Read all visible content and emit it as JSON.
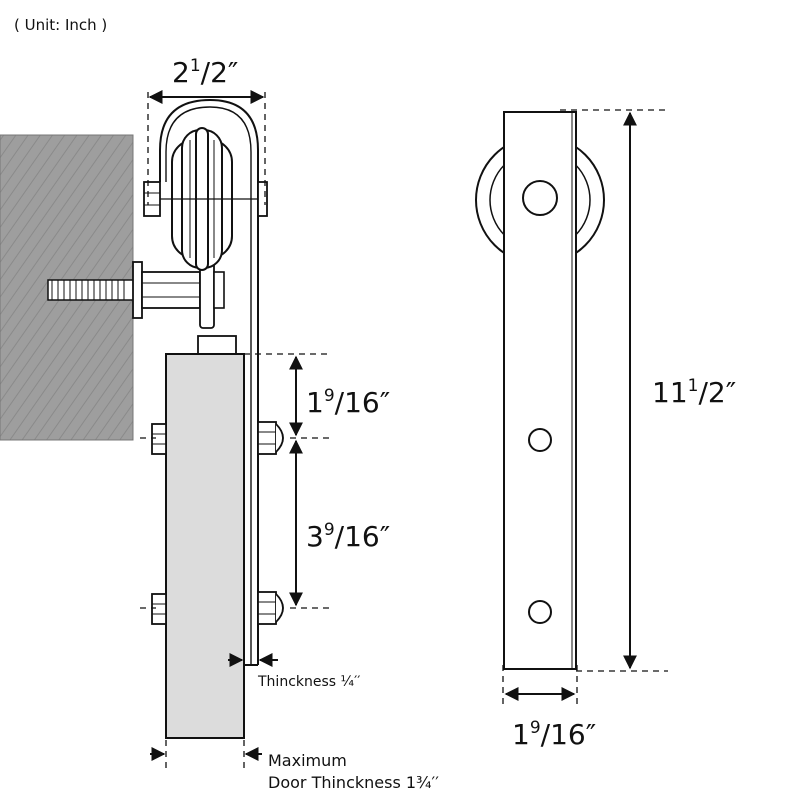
{
  "unit_label": "( Unit: Inch )",
  "dims": {
    "top_width": {
      "whole": "2",
      "sup": "1",
      "rest": "/2″"
    },
    "bolt_spacing_top": {
      "whole": "1",
      "sup": "9",
      "rest": "/16″"
    },
    "bolt_spacing_mid": {
      "whole": "3",
      "sup": "9",
      "rest": "/16″"
    },
    "strap_height": {
      "whole": "11",
      "sup": "1",
      "rest": "/2″"
    },
    "strap_width": {
      "whole": "1",
      "sup": "9",
      "rest": "/16″"
    }
  },
  "notes": {
    "thickness": "Thinckness ¼′′",
    "door_line1": "Maximum",
    "door_line2": "Door Thinckness 1¾′′"
  },
  "colors": {
    "wall_fill": "#9e9e9e",
    "door_fill": "#dcdcdc",
    "line": "#111111"
  }
}
